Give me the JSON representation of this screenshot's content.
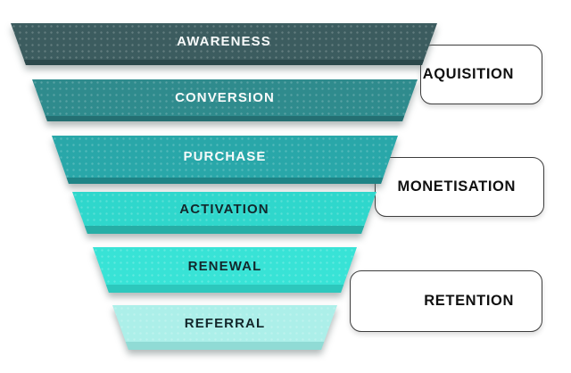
{
  "diagram": {
    "type": "marketing-funnel",
    "background_color": "#ffffff"
  },
  "funnel": {
    "segments": [
      {
        "label": "AWARENESS",
        "color": "#3c5c5f",
        "edge_color": "#2c484b",
        "text_color": "#f7fafa"
      },
      {
        "label": "CONVERSION",
        "color": "#2f8b8d",
        "edge_color": "#246f72",
        "text_color": "#f7fafa"
      },
      {
        "label": "PURCHASE",
        "color": "#29a7a9",
        "edge_color": "#1e8486",
        "text_color": "#f7fafa"
      },
      {
        "label": "ACTIVATION",
        "color": "#2fd7cc",
        "edge_color": "#26aea6",
        "text_color": "#13272b"
      },
      {
        "label": "RENEWAL",
        "color": "#38e3d6",
        "edge_color": "#2dc8bd",
        "text_color": "#13272b"
      },
      {
        "label": "REFERRAL",
        "color": "#acefe9",
        "edge_color": "#90dbd5",
        "text_color": "#13272b"
      }
    ]
  },
  "stage_labels": [
    {
      "label": "AQUISITION"
    },
    {
      "label": "MONETISATION"
    },
    {
      "label": "RETENTION"
    }
  ],
  "style": {
    "box_border_color": "#3d3d3d",
    "box_text_color": "#101010"
  }
}
